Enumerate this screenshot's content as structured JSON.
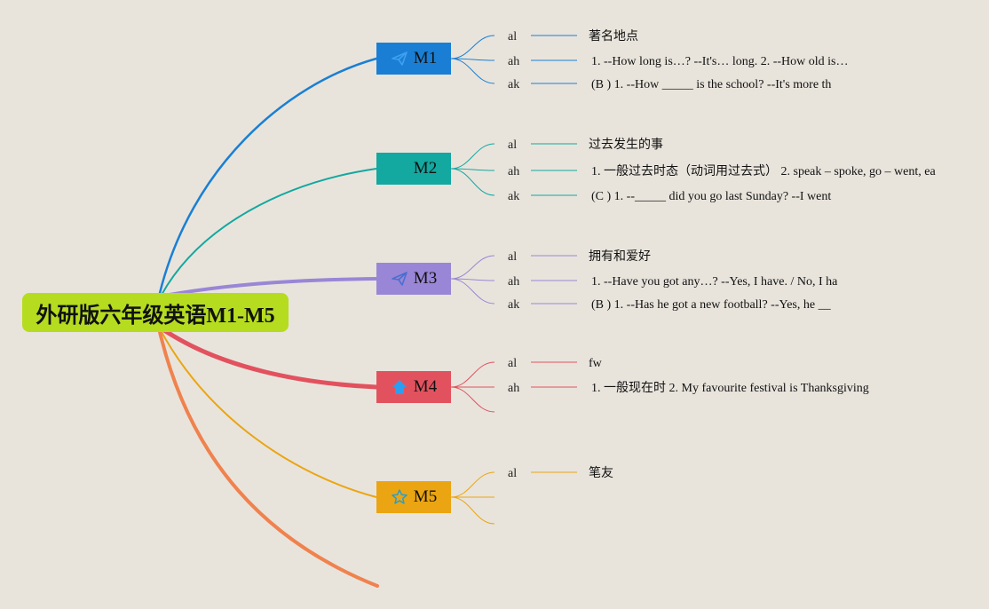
{
  "root": {
    "title": "外研版六年级英语M1-M5",
    "color": "#b5dc1f"
  },
  "modules": [
    {
      "name": "M1",
      "color": "#1a7fd4",
      "icon": "paper-plane-icon",
      "rows": [
        {
          "label": "al",
          "text": "著名地点"
        },
        {
          "label": "ah",
          "text": "1. --How long is…? --It's… long. 2. --How old is…"
        },
        {
          "label": "ak",
          "text": "(B ) 1. --How _____ is the school? --It's more th"
        }
      ]
    },
    {
      "name": "M2",
      "color": "#13a8a0",
      "icon": "none",
      "rows": [
        {
          "label": "al",
          "text": "过去发生的事"
        },
        {
          "label": "ah",
          "text": "1. 一般过去时态（动词用过去式） 2. speak – spoke, go – went, ea"
        },
        {
          "label": "ak",
          "text": "(C ) 1. --_____ did you go last Sunday? --I went"
        }
      ]
    },
    {
      "name": "M3",
      "color": "#9a86d6",
      "icon": "paper-plane-icon",
      "rows": [
        {
          "label": "al",
          "text": "拥有和爱好"
        },
        {
          "label": "ah",
          "text": "1. --Have you got any…? --Yes, I have. / No, I ha"
        },
        {
          "label": "ak",
          "text": "(B ) 1. --Has he got a new football? --Yes, he __"
        }
      ]
    },
    {
      "name": "M4",
      "color": "#e2525e",
      "icon": "house-icon",
      "rows": [
        {
          "label": "al",
          "text": "fw"
        },
        {
          "label": "ah",
          "text": "1. 一般现在时 2. My favourite festival is Thanksgiving"
        }
      ]
    },
    {
      "name": "M5",
      "color": "#eba512",
      "icon": "star-icon",
      "rows": [
        {
          "label": "al",
          "text": "笔友"
        }
      ]
    }
  ],
  "extra_branch_color": "#f0824e"
}
